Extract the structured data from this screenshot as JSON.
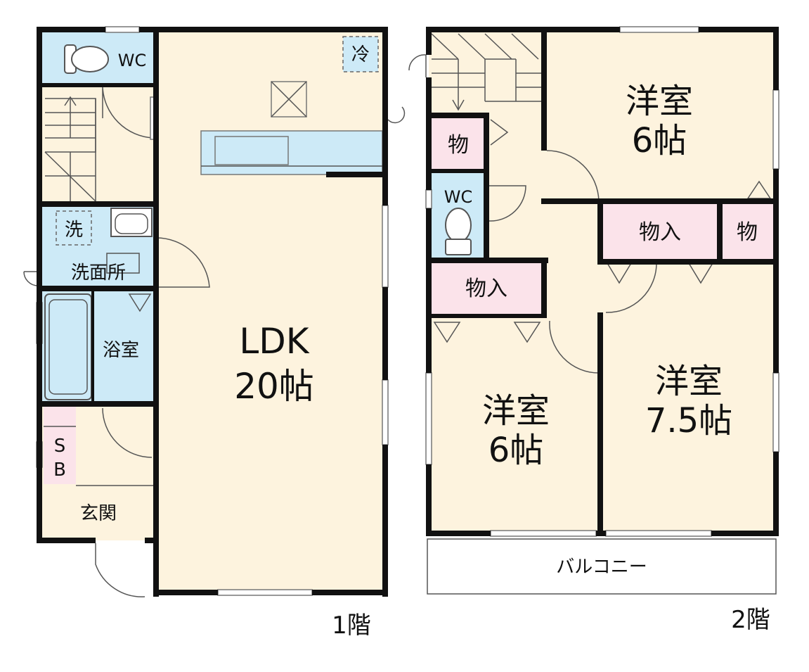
{
  "colors": {
    "wall": "#111111",
    "wet_area": "#cdeaf7",
    "room": "#fdf3de",
    "storage": "#fbe3ea",
    "balcony": "#ffffff"
  },
  "floor1": {
    "caption": "1階",
    "wc": "WC",
    "fridge": "冷",
    "washer": "洗",
    "washroom": "洗面所",
    "bath": "浴室",
    "shoebox_s": "S",
    "shoebox_b": "B",
    "entrance": "玄関",
    "ldk_name": "LDK",
    "ldk_size": "20帖"
  },
  "floor2": {
    "caption": "2階",
    "storage_small": "物",
    "wc": "WC",
    "closet": "物入",
    "closet_right": "物入",
    "storage_right": "物",
    "room_ne_name": "洋室",
    "room_ne_size": "6帖",
    "room_sw_name": "洋室",
    "room_sw_size": "6帖",
    "room_se_name": "洋室",
    "room_se_size": "7.5帖",
    "balcony": "バルコニー"
  }
}
